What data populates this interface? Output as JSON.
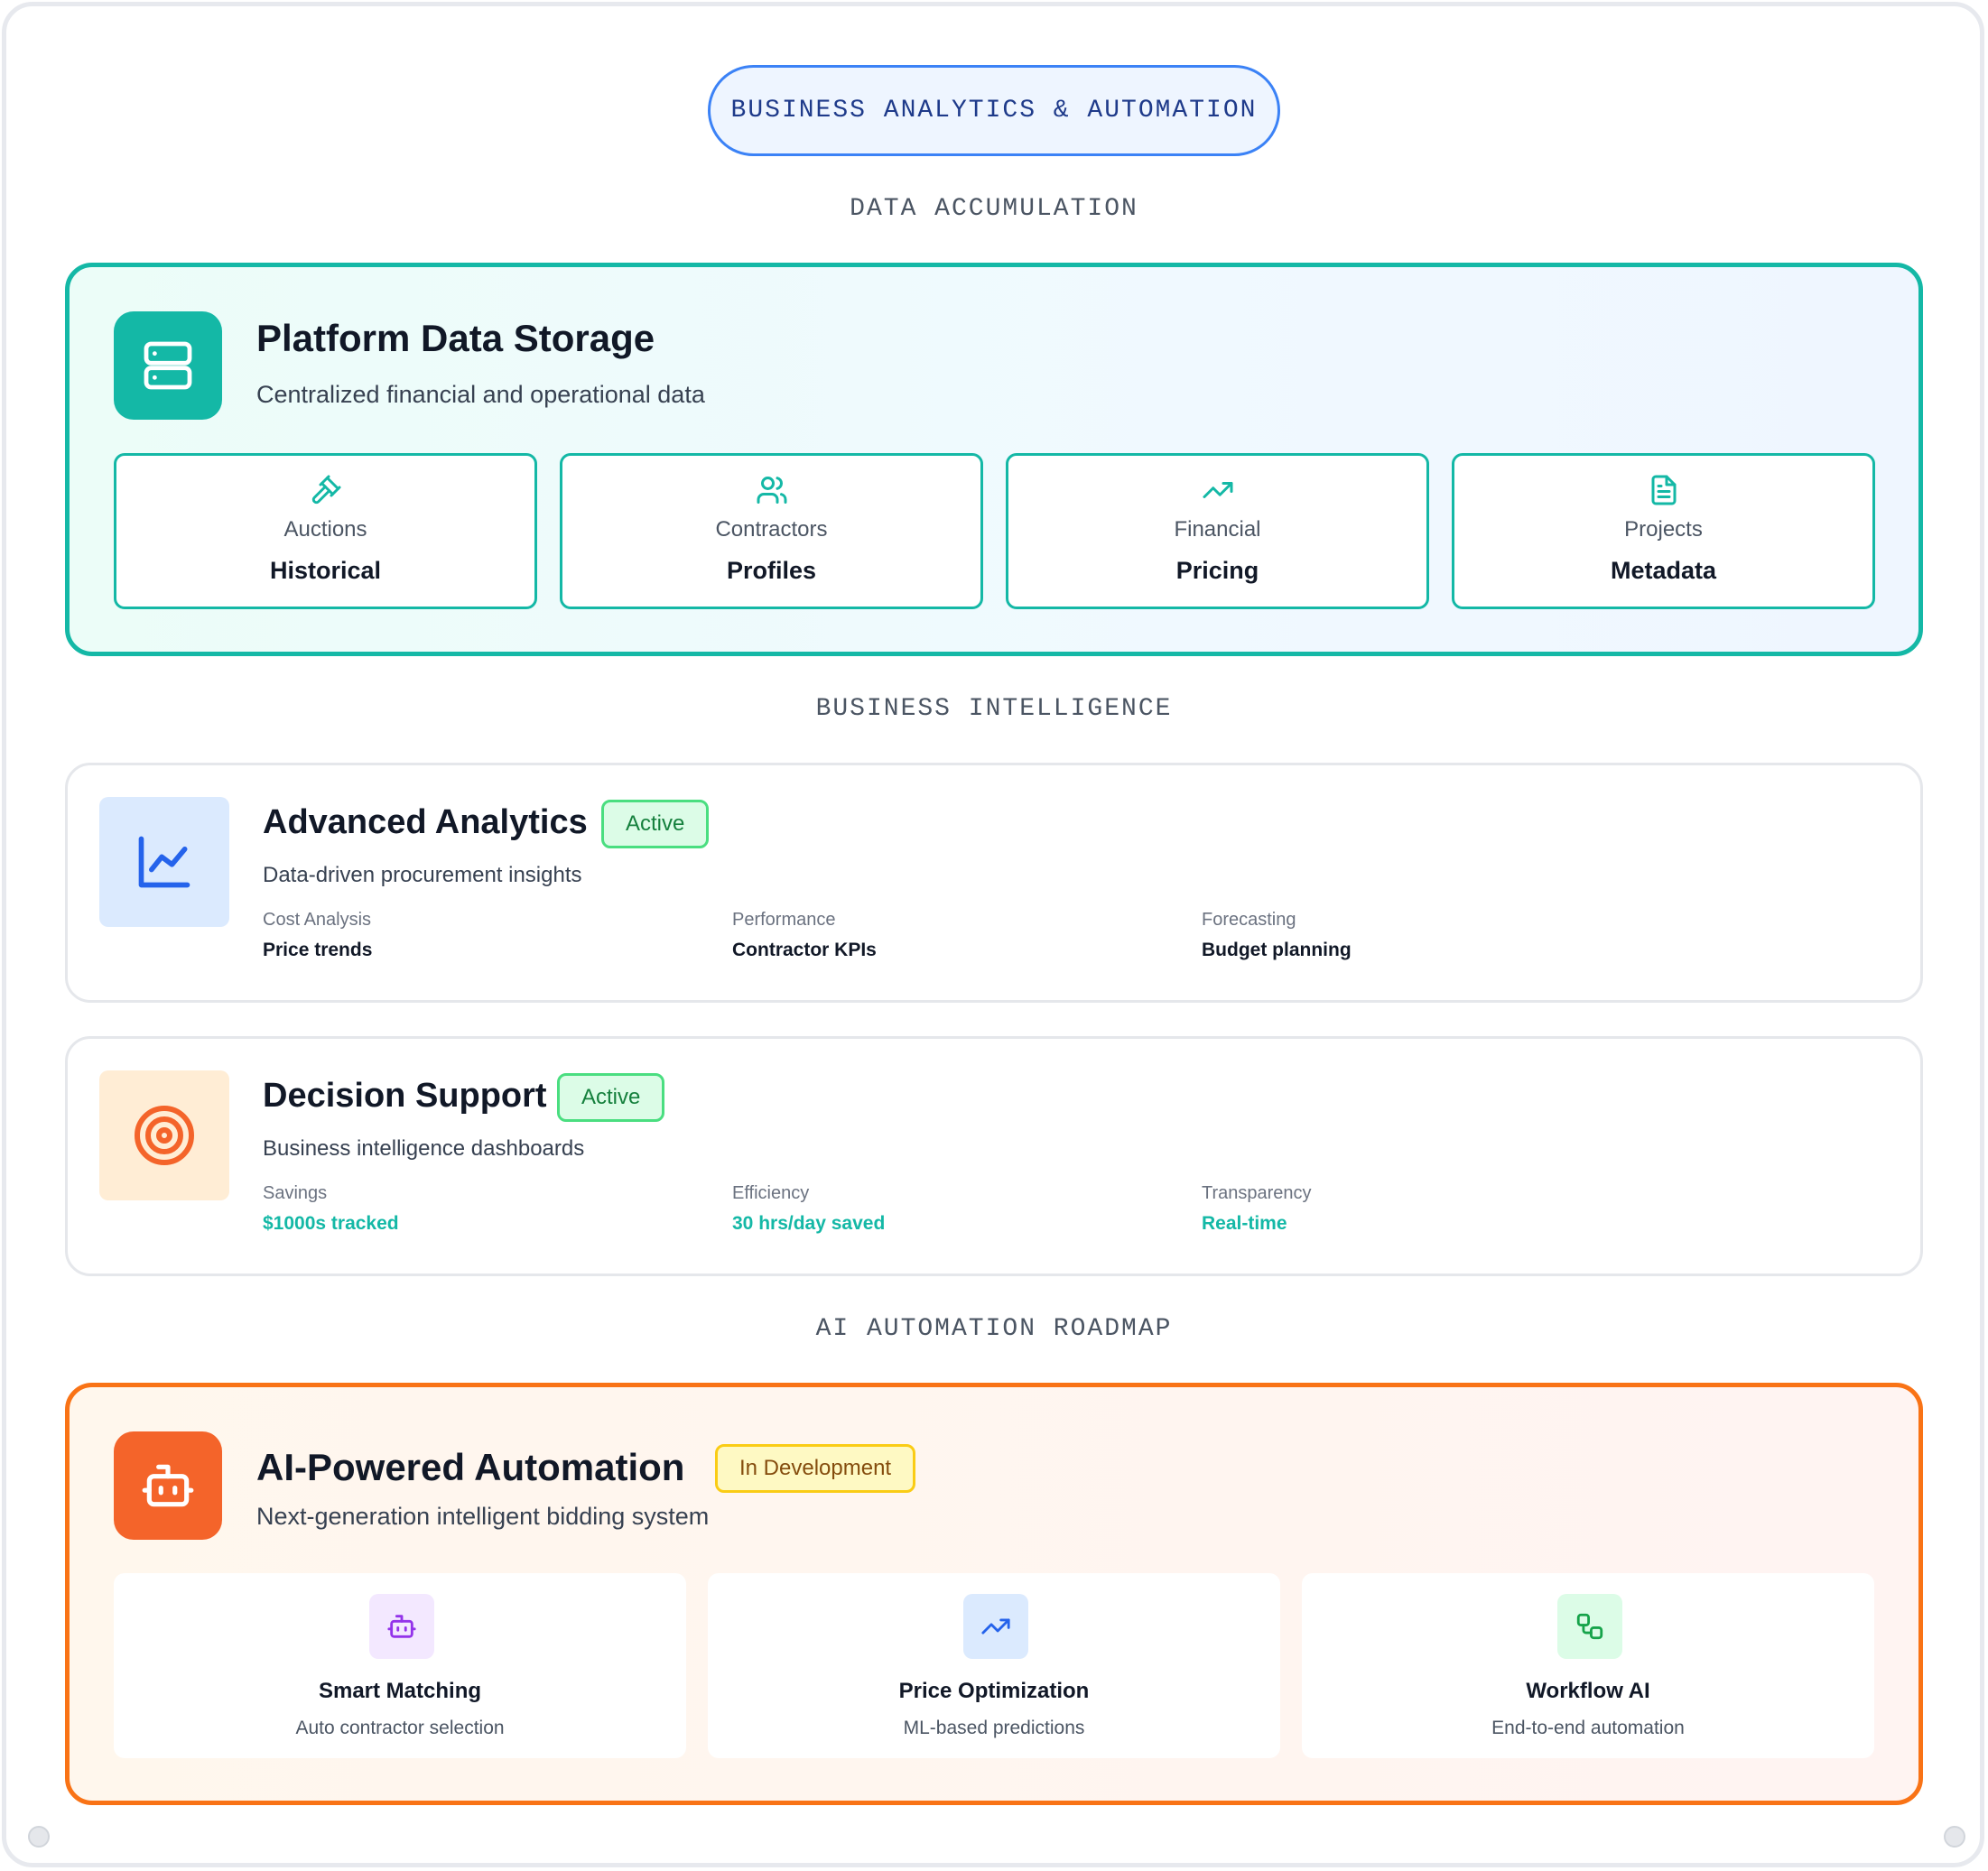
{
  "header": {
    "pill": "BUSINESS ANALYTICS & AUTOMATION"
  },
  "sections": {
    "data": "DATA ACCUMULATION",
    "bi": "BUSINESS INTELLIGENCE",
    "ai": "AI AUTOMATION ROADMAP"
  },
  "storage": {
    "title": "Platform Data Storage",
    "subtitle": "Centralized financial and operational data",
    "icon": "server-icon",
    "sources": [
      {
        "label": "Auctions",
        "value": "Historical",
        "icon": "gavel-icon"
      },
      {
        "label": "Contractors",
        "value": "Profiles",
        "icon": "users-icon"
      },
      {
        "label": "Financial",
        "value": "Pricing",
        "icon": "trending-up-icon"
      },
      {
        "label": "Projects",
        "value": "Metadata",
        "icon": "file-text-icon"
      }
    ]
  },
  "analytics": {
    "title": "Advanced Analytics",
    "badge": "Active",
    "subtitle": "Data-driven procurement insights",
    "icon": "line-chart-icon",
    "metrics": [
      {
        "label": "Cost Analysis",
        "value": "Price trends"
      },
      {
        "label": "Performance",
        "value": "Contractor KPIs"
      },
      {
        "label": "Forecasting",
        "value": "Budget planning"
      }
    ]
  },
  "decision": {
    "title": "Decision Support",
    "badge": "Active",
    "subtitle": "Business intelligence dashboards",
    "icon": "target-icon",
    "metrics": [
      {
        "label": "Savings",
        "value": "$1000s tracked"
      },
      {
        "label": "Efficiency",
        "value": "30 hrs/day saved"
      },
      {
        "label": "Transparency",
        "value": "Real-time"
      }
    ]
  },
  "ai": {
    "title": "AI-Powered Automation",
    "badge": "In Development",
    "subtitle": "Next-generation intelligent bidding system",
    "icon": "bot-icon",
    "features": [
      {
        "title": "Smart Matching",
        "subtitle": "Auto contractor selection",
        "icon": "bot-icon"
      },
      {
        "title": "Price Optimization",
        "subtitle": "ML-based predictions",
        "icon": "trending-up-icon"
      },
      {
        "title": "Workflow AI",
        "subtitle": "End-to-end automation",
        "icon": "workflow-icon"
      }
    ]
  },
  "colors": {
    "teal": "#14b8a6",
    "orange": "#f97316",
    "blue": "#3b82f6",
    "active_green": "#15803d",
    "dev_yellow": "#facc15"
  }
}
